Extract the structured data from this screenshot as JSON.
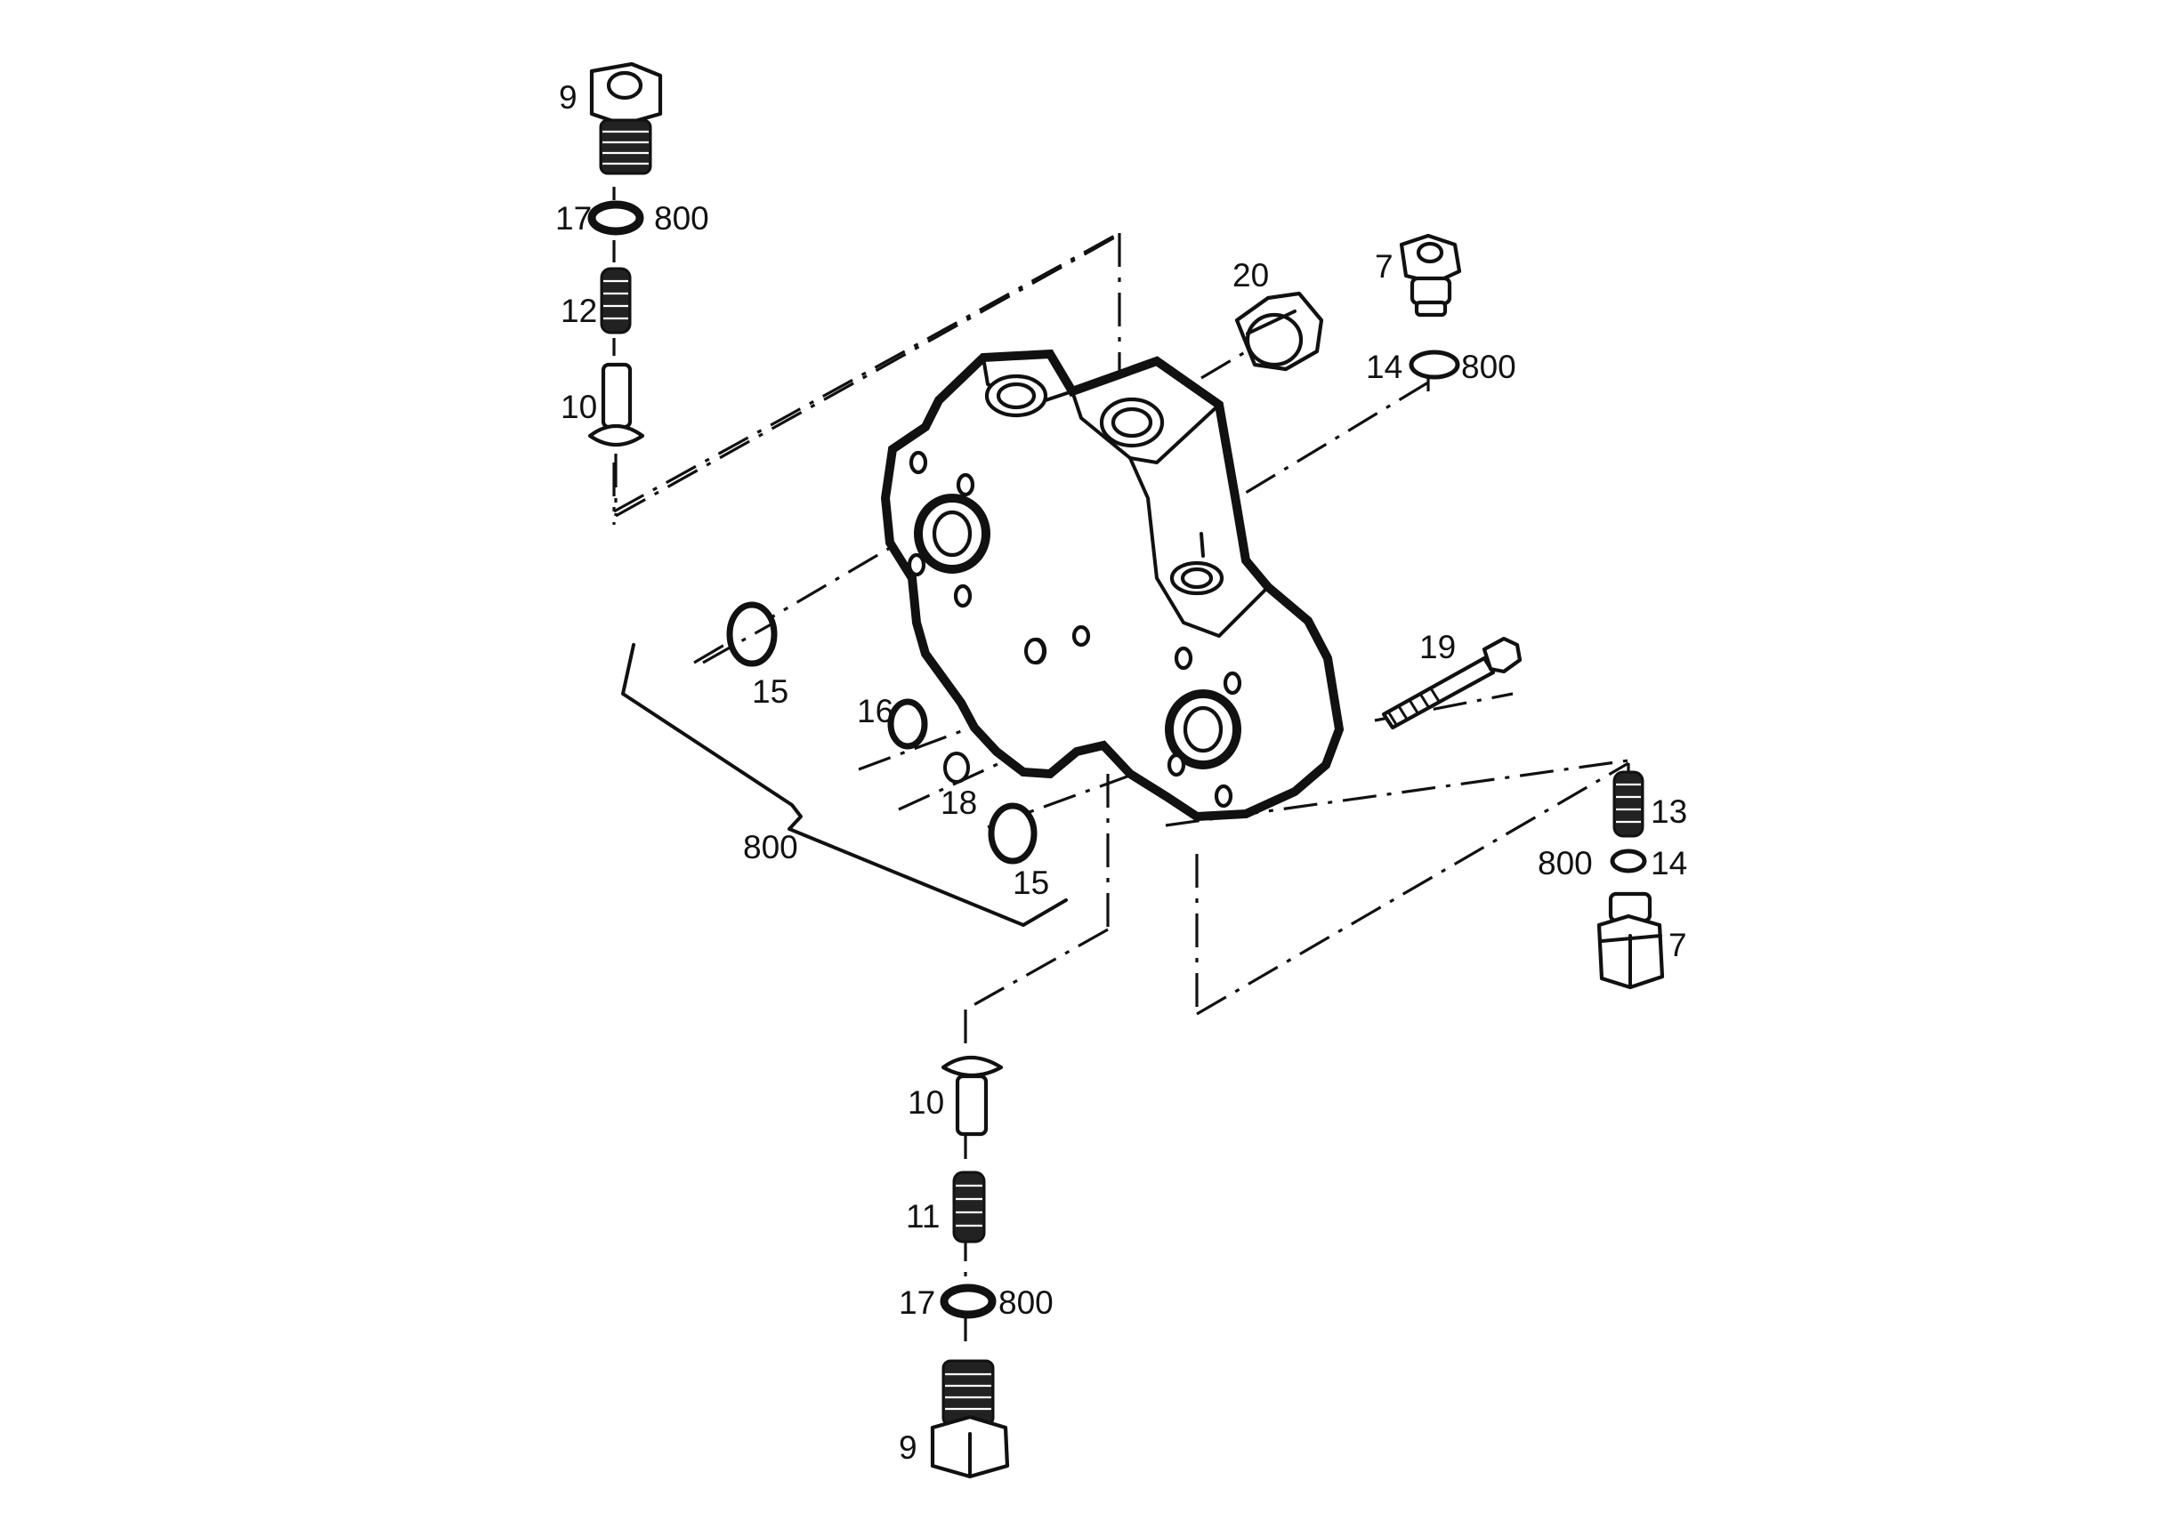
{
  "labels": {
    "p9_top": "9",
    "p17_top": "17",
    "p800_top": "800",
    "p12": "12",
    "p10_top": "10",
    "p20": "20",
    "p7_top": "7",
    "p14_top": "14",
    "p800_right_top": "800",
    "p15_left": "15",
    "p16": "16",
    "p18": "18",
    "p15_bottom": "15",
    "p800_bracket": "800",
    "p19": "19",
    "p13": "13",
    "p800_right_bottom": "800",
    "p14_bottom": "14",
    "p7_bottom": "7",
    "p10_bottom": "10",
    "p11": "11",
    "p17_bottom": "17",
    "p800_bottom": "800",
    "p9_bottom": "9"
  }
}
